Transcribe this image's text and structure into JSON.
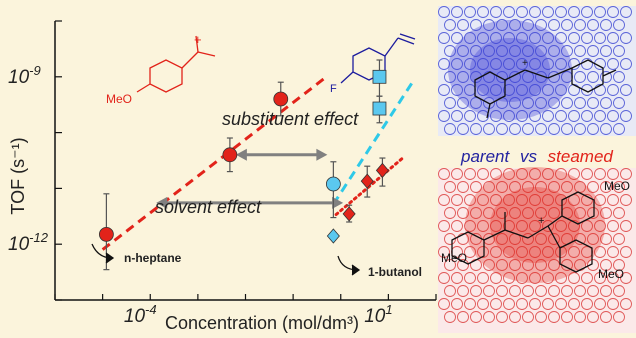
{
  "chart_data": {
    "type": "scatter",
    "title": "",
    "xlabel": "Concentration (mol/dm³)",
    "ylabel": "TOF (s⁻¹)",
    "x_scale": "log",
    "y_scale": "log",
    "xlim": [
      1e-06,
      100
    ],
    "ylim": [
      1e-13,
      1e-08
    ],
    "x_tick_labels": [
      {
        "value": 0.0001,
        "base": "10",
        "exp": "-4"
      },
      {
        "value": 10,
        "base": "10",
        "exp": "1"
      }
    ],
    "y_tick_labels": [
      {
        "value": 1e-09,
        "base": "10",
        "exp": "-9"
      },
      {
        "value": 1e-12,
        "base": "10",
        "exp": "-12"
      }
    ],
    "series": [
      {
        "marker": "circle",
        "color": "#e2231a",
        "points": [
          {
            "x": 1.2e-05,
            "y": 1.5e-12,
            "ylo": 3.5e-13,
            "yhi": 8e-12
          },
          {
            "x": 0.0047,
            "y": 4e-11,
            "ylo": 2e-11,
            "yhi": 8e-11
          },
          {
            "x": 0.055,
            "y": 4e-10,
            "ylo": 2e-10,
            "yhi": 8e-10
          }
        ]
      },
      {
        "marker": "circle",
        "color": "#5bc8ef",
        "points": [
          {
            "x": 0.7,
            "y": 1.2e-11,
            "ylo": 3e-12,
            "yhi": 3e-11
          }
        ]
      },
      {
        "marker": "diamond",
        "color": "#5bc8ef",
        "points": [
          {
            "x": 0.7,
            "y": 1.4e-12
          }
        ]
      },
      {
        "marker": "square",
        "color": "#5bc8ef",
        "points": [
          {
            "x": 6.5,
            "y": 1e-09,
            "ylo": 4.5e-10,
            "yhi": 2e-09
          },
          {
            "x": 6.5,
            "y": 2.7e-10,
            "ylo": 1.5e-10,
            "yhi": 4.5e-10
          }
        ]
      },
      {
        "marker": "diamond",
        "color": "#e2231a",
        "points": [
          {
            "x": 1.5,
            "y": 3.5e-12,
            "ylo": 2.5e-12,
            "yhi": 5e-12
          },
          {
            "x": 3.6,
            "y": 1.35e-11,
            "ylo": 7e-12,
            "yhi": 2.5e-11
          },
          {
            "x": 7.5,
            "y": 2.1e-11,
            "ylo": 1.1e-11,
            "yhi": 3.5e-11
          }
        ]
      }
    ],
    "trend_lines": [
      {
        "style": "dashed",
        "color": "#e2231a",
        "from": [
          1e-05,
          8e-13
        ],
        "to": [
          0.5,
          1e-09
        ]
      },
      {
        "style": "dashed",
        "color": "#2ec9e8",
        "from": [
          0.7,
          5.2e-12
        ],
        "to": [
          35,
          9e-10
        ]
      },
      {
        "style": "dotted",
        "color": "#e2231a",
        "from": [
          0.8,
          3.4e-12
        ],
        "to": [
          20,
          3.5e-11
        ]
      }
    ],
    "arrows": [
      {
        "label": "substituent effect",
        "from": [
          0.0047,
          4e-11
        ],
        "to": [
          0.7,
          4e-11
        ]
      },
      {
        "label": "solvent effect",
        "from": [
          0.0001,
          5.5e-12
        ],
        "to": [
          1.5,
          5.5e-12
        ]
      }
    ],
    "point_labels": [
      {
        "text": "n-heptane"
      },
      {
        "text": "1-butanol"
      }
    ]
  },
  "figure": {
    "cation_label": "MeO",
    "legend": {
      "left": "parent",
      "middle": "vs",
      "right": "steamed"
    },
    "lower_meo_labels": [
      "MeO",
      "MeO",
      "MeO"
    ]
  },
  "colors": {
    "background": "#fbf4dc",
    "red": "#e2231a",
    "cyan": "#5bc8ef",
    "blue": "#2323a0",
    "grey_arrow": "#808080"
  }
}
